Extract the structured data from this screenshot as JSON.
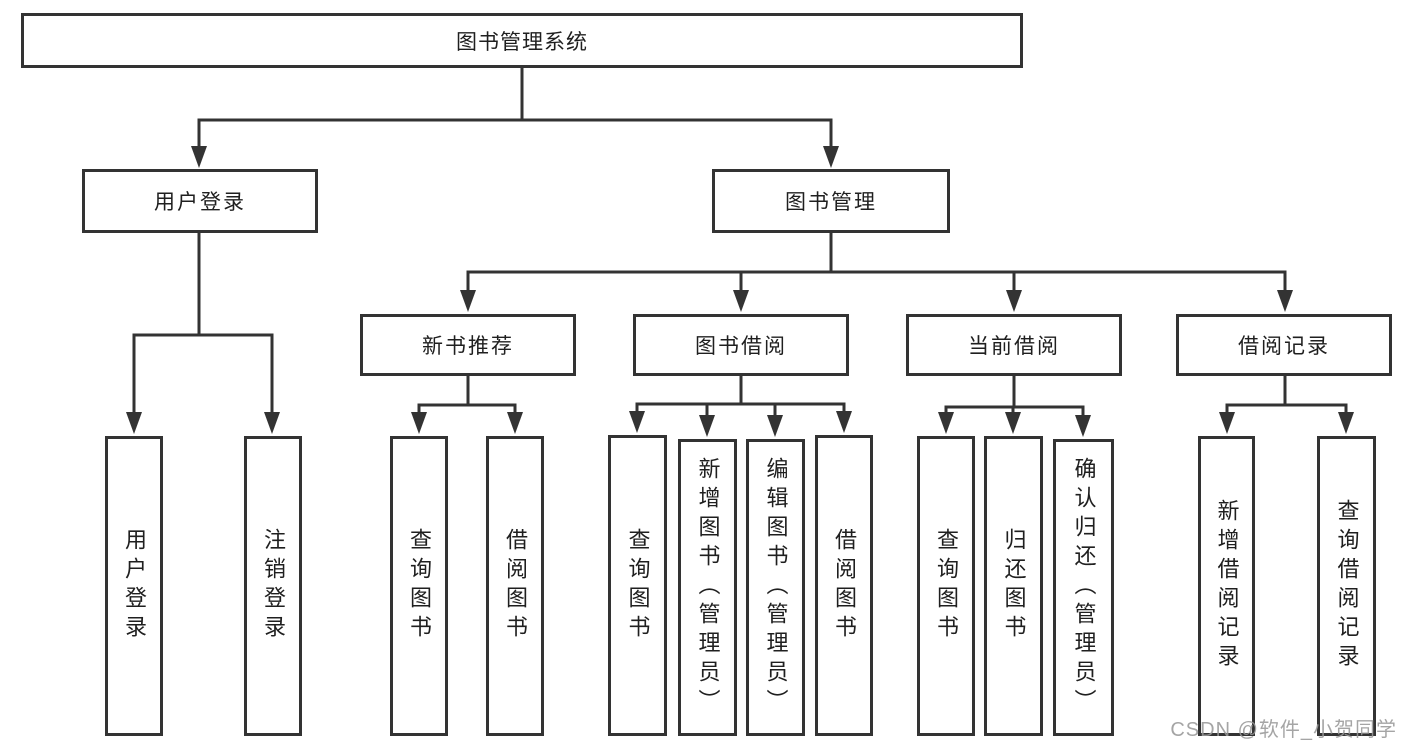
{
  "colors": {
    "background": "#ffffff",
    "line": "#333333",
    "box_border": "#333333",
    "text": "#1f1f1f",
    "watermark": "#989898"
  },
  "tree": {
    "root": "图书管理系统",
    "branches": [
      {
        "label": "用户登录",
        "leaves": [
          "用户登录",
          "注销登录"
        ]
      },
      {
        "label": "图书管理",
        "groups": [
          {
            "label": "新书推荐",
            "leaves": [
              "查询图书",
              "借阅图书"
            ]
          },
          {
            "label": "图书借阅",
            "leaves": [
              "查询图书",
              "新增图书（管理员）",
              "编辑图书（管理员）",
              "借阅图书"
            ]
          },
          {
            "label": "当前借阅",
            "leaves": [
              "查询图书",
              "归还图书",
              "确认归还（管理员）"
            ]
          },
          {
            "label": "借阅记录",
            "leaves": [
              "新增借阅记录",
              "查询借阅记录"
            ]
          }
        ]
      }
    ]
  },
  "watermark": "CSDN @软件_小贺同学"
}
